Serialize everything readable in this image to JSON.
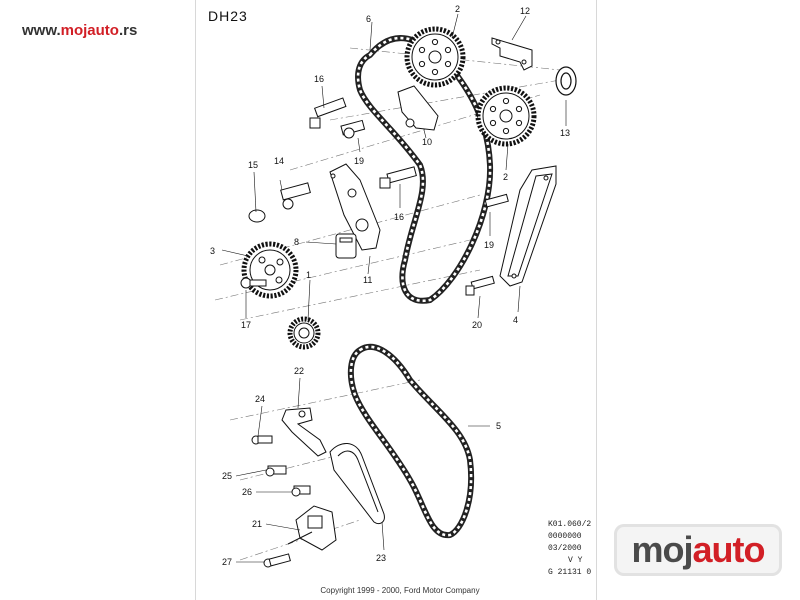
{
  "site": {
    "url_prefix": "www.",
    "url_brand": "mojauto",
    "url_suffix": ".rs"
  },
  "diagram": {
    "title": "DH23",
    "callouts": [
      "1",
      "2",
      "2",
      "3",
      "4",
      "5",
      "6",
      "8",
      "10",
      "11",
      "12",
      "13",
      "14",
      "15",
      "16",
      "16",
      "17",
      "19",
      "19",
      "20",
      "21",
      "22",
      "23",
      "24",
      "25",
      "26",
      "27"
    ],
    "ref_lines": [
      "K01.060/2",
      "0000000",
      "03/2000",
      "V Y",
      "G 21131 0"
    ],
    "copyright": "Copyright 1999 - 2000, Ford Motor Company"
  },
  "logo": {
    "part1": "moj",
    "part2": "auto"
  },
  "colors": {
    "brand_red": "#d21f26",
    "logo_gray": "#4a4a4a"
  }
}
